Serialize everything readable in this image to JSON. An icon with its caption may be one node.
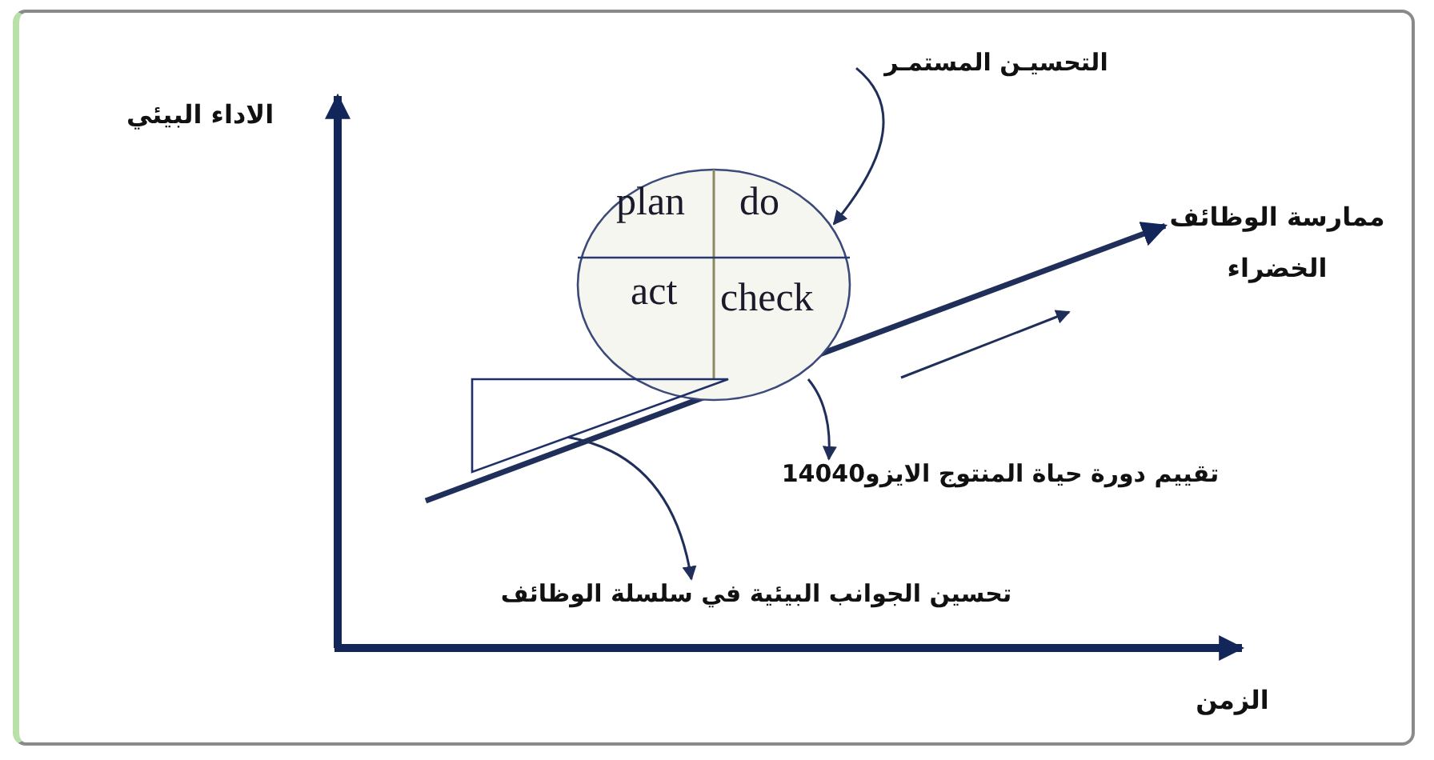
{
  "diagram": {
    "nodes": [
      {
        "text": [
          "التحسيـن المستمـر"
        ]
      },
      {
        "text": [],
        "shape": "circle"
      },
      {
        "text": [
          "plan"
        ],
        "in": 1
      },
      {
        "text": [
          "do"
        ],
        "in": 1
      },
      {
        "text": [
          "act"
        ],
        "in": 1
      },
      {
        "text": [
          "check"
        ],
        "in": 1
      },
      {
        "text": [],
        "shape": "triangle"
      },
      {
        "text": [
          "ممارسة الوظائف الخضراء"
        ]
      },
      {
        "text": [
          "تقييم دورة حياة المنتوج الايزو14040"
        ]
      },
      {
        "text": [
          "تحسين الجوانب البيئية في سلسلة الوظائف"
        ]
      }
    ],
    "edges": [
      {
        "from": 0,
        "to": 1,
        "arrow": "to"
      },
      {
        "from": null,
        "to": 7,
        "arrow": "to",
        "style": "thick"
      },
      {
        "from": 1,
        "to": 8,
        "arrow": "to"
      },
      {
        "from": 6,
        "to": 9,
        "arrow": "to"
      }
    ],
    "labels": [
      "الاداء البيئي",
      "الزمن"
    ]
  }
}
